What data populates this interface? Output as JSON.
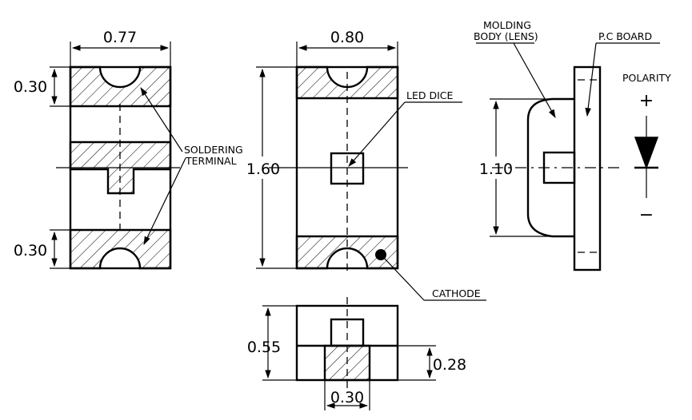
{
  "dimensions": {
    "width_top_left": "0.77",
    "width_top_mid": "0.80",
    "terminal_top": "0.30",
    "terminal_bottom": "0.30",
    "length": "1.60",
    "lens_height": "1.10",
    "side_height": "0.55",
    "side_base": "0.28",
    "side_width": "0.30"
  },
  "labels": {
    "soldering_line1": "SOLDERING",
    "soldering_line2": "TERMINAL",
    "led_dice": "LED DICE",
    "cathode": "CATHODE",
    "molding_line1": "MOLDING",
    "molding_line2": "BODY (LENS)",
    "pc_board": "P.C BOARD",
    "polarity": "POLARITY",
    "plus": "+",
    "minus": "−"
  }
}
